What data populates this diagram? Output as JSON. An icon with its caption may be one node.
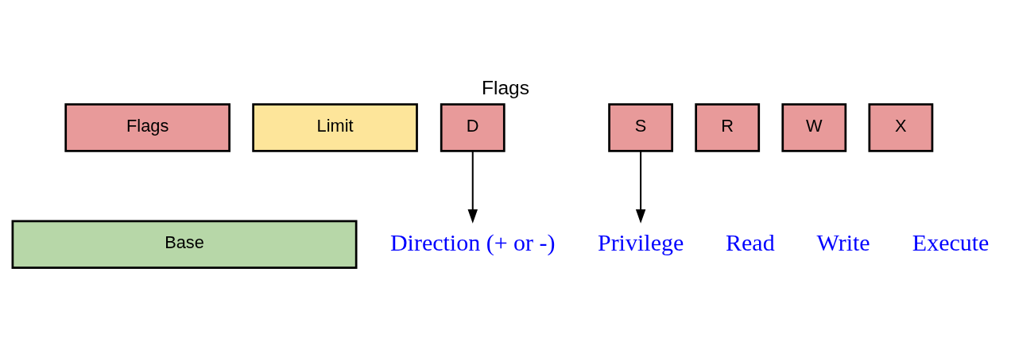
{
  "diagram": {
    "title": "Flags",
    "nodes": [
      {
        "text": [
          "Flags"
        ]
      },
      {
        "text": [
          "Limit"
        ]
      },
      {
        "text": [
          "Base"
        ]
      },
      {
        "text": [
          "D"
        ]
      },
      {
        "text": [
          "S"
        ]
      },
      {
        "text": [
          "R"
        ]
      },
      {
        "text": [
          "W"
        ]
      },
      {
        "text": [
          "X"
        ]
      },
      {
        "text": [
          "Direction (+ or -)"
        ]
      },
      {
        "text": [
          "Privilege"
        ]
      }
    ],
    "edges": [
      {
        "from": 3,
        "to": 8,
        "arrow": "to"
      },
      {
        "from": 4,
        "to": 9,
        "arrow": "to"
      }
    ],
    "labels": [
      "Read",
      "Write",
      "Execute"
    ]
  }
}
